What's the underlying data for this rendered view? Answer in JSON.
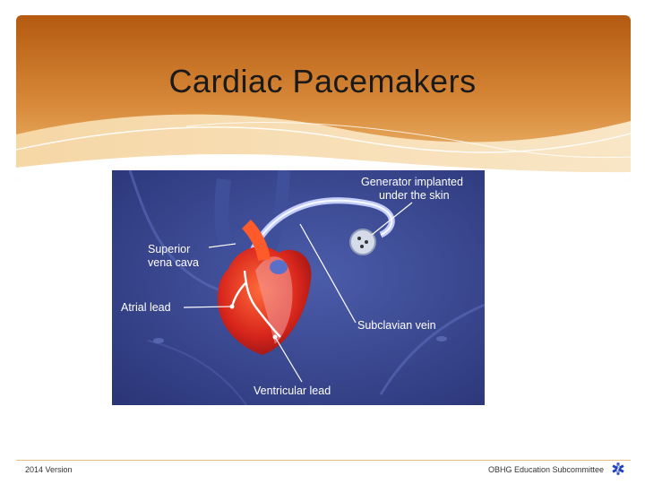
{
  "slide": {
    "title": "Cardiac Pacemakers",
    "theme_colors": {
      "header_dark": "#b45c12",
      "header_light": "#f1c27b",
      "footer_line": "#e7c27d",
      "icon_blue": "#1f3fbf"
    }
  },
  "diagram": {
    "labels": {
      "generator": [
        "Generator implanted",
        "under the skin"
      ],
      "superior_vena_cava": [
        "Superior",
        "vena cava"
      ],
      "atrial_lead": "Atrial lead",
      "subclavian_vein": "Subclavian vein",
      "ventricular_lead": "Ventricular lead"
    }
  },
  "footer": {
    "version": "2014 Version",
    "org": "OBHG Education Subcommittee",
    "icon": "star-of-life-icon"
  }
}
